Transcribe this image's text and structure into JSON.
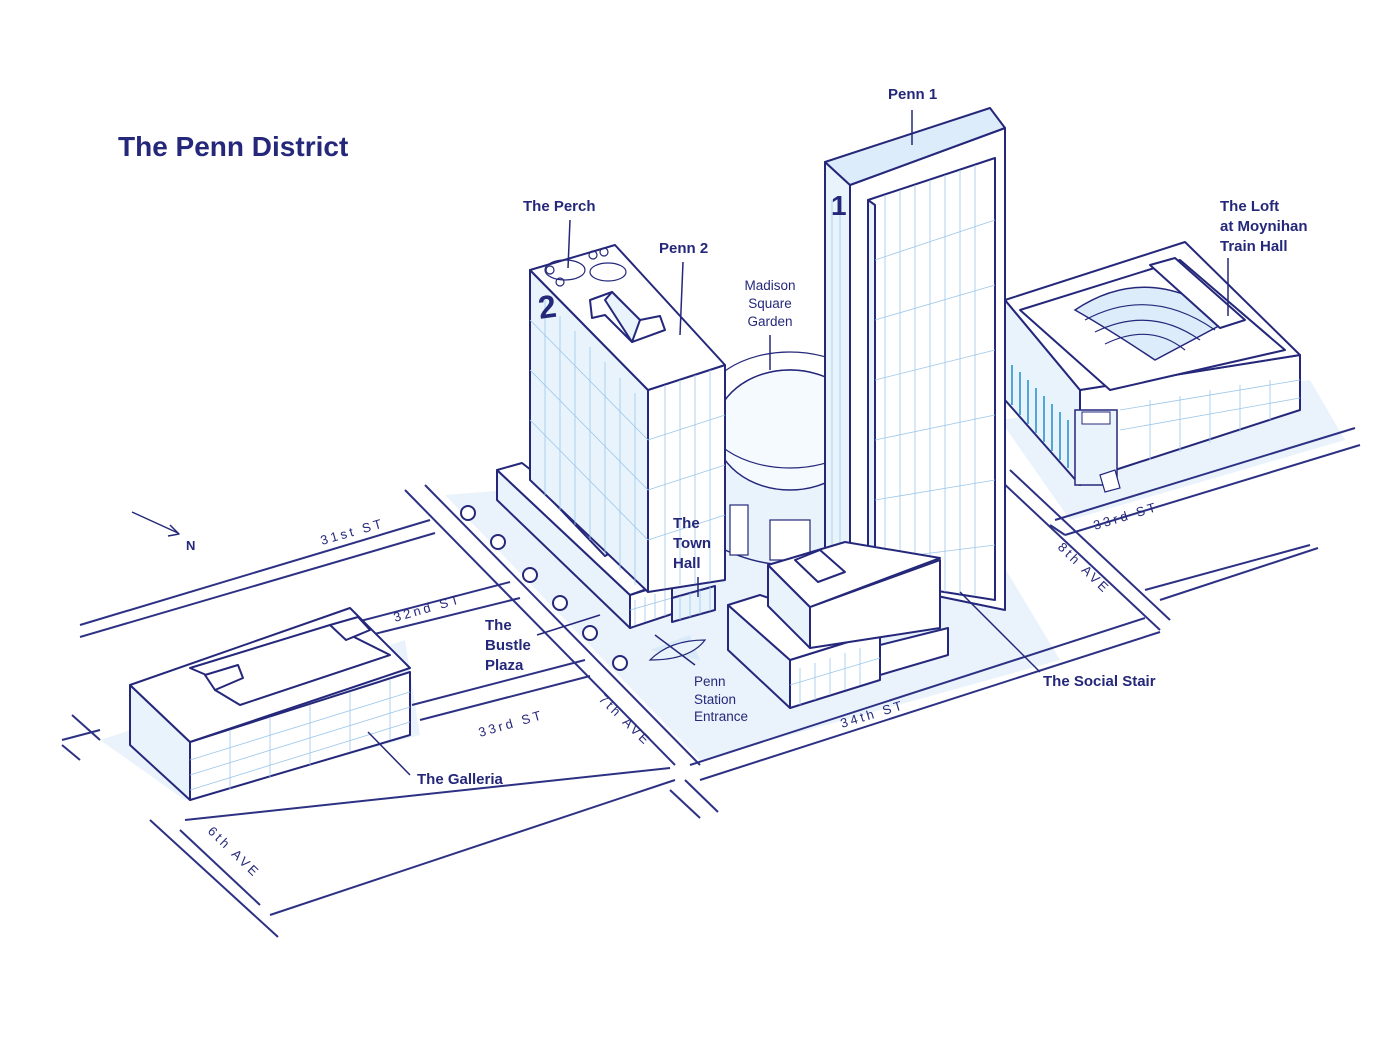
{
  "title": "The Penn District",
  "compass": {
    "label": "N",
    "icon": "north-arrow-icon"
  },
  "streets": {
    "st31": "31st ST",
    "st32": "32nd ST",
    "st33_left": "33rd ST",
    "st33_right": "33rd ST",
    "st34": "34th ST",
    "ave6": "6th AVE",
    "ave7": "7th AVE",
    "ave8": "8th AVE"
  },
  "labels": {
    "penn1": "Penn 1",
    "penn2": "Penn 2",
    "perch": "The Perch",
    "msg": [
      "Madison",
      "Square",
      "Garden"
    ],
    "loft": [
      "The Loft",
      "at Moynihan",
      "Train Hall"
    ],
    "town_hall": [
      "The",
      "Town",
      "Hall"
    ],
    "bustle": [
      "The",
      "Bustle",
      "Plaza"
    ],
    "penn_station": [
      "Penn",
      "Station",
      "Entrance"
    ],
    "social_stair": "The Social Stair",
    "galleria": "The Galleria"
  },
  "building_numerals": {
    "penn1": "1",
    "penn2": "2"
  },
  "colors": {
    "ink": "#25287a",
    "glass": "#e8f3fc",
    "grid": "#9cc7ea",
    "shadow": "#d9eaf8"
  }
}
